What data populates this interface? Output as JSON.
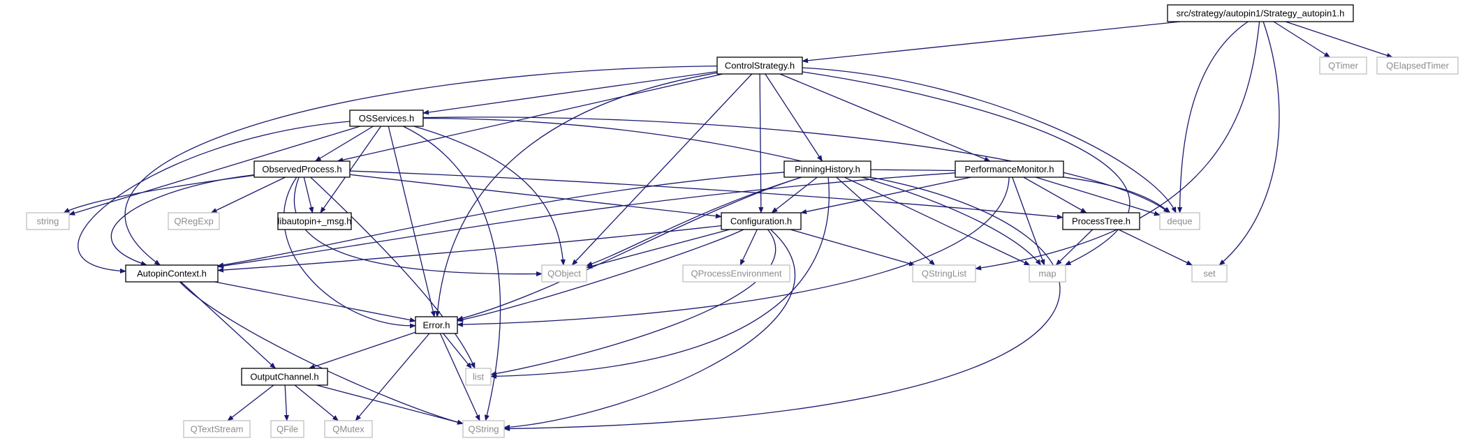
{
  "colors": {
    "edge": "#191970",
    "local_border": "#000000",
    "external_border": "#bfbfbf",
    "root_fill": "#bfbfbf",
    "local_text": "#000000",
    "external_text": "#8c8c8c"
  },
  "nodes": [
    {
      "id": "root",
      "label": "src/strategy/autopin1/Strategy_autopin1.h",
      "kind": "root"
    },
    {
      "id": "cs",
      "label": "ControlStrategy.h",
      "kind": "local"
    },
    {
      "id": "qtimer",
      "label": "QTimer",
      "kind": "external"
    },
    {
      "id": "qet",
      "label": "QElapsedTimer",
      "kind": "external"
    },
    {
      "id": "oss",
      "label": "OSServices.h",
      "kind": "local"
    },
    {
      "id": "op",
      "label": "ObservedProcess.h",
      "kind": "local"
    },
    {
      "id": "ph",
      "label": "PinningHistory.h",
      "kind": "local"
    },
    {
      "id": "pm",
      "label": "PerformanceMonitor.h",
      "kind": "local"
    },
    {
      "id": "string",
      "label": "string",
      "kind": "external"
    },
    {
      "id": "qregexp",
      "label": "QRegExp",
      "kind": "external"
    },
    {
      "id": "msg",
      "label": "libautopin+_msg.h",
      "kind": "local"
    },
    {
      "id": "conf",
      "label": "Configuration.h",
      "kind": "local"
    },
    {
      "id": "pt",
      "label": "ProcessTree.h",
      "kind": "local"
    },
    {
      "id": "deque",
      "label": "deque",
      "kind": "external"
    },
    {
      "id": "ac",
      "label": "AutopinContext.h",
      "kind": "local"
    },
    {
      "id": "qobject",
      "label": "QObject",
      "kind": "external"
    },
    {
      "id": "qpe",
      "label": "QProcessEnvironment",
      "kind": "external"
    },
    {
      "id": "qsl",
      "label": "QStringList",
      "kind": "external"
    },
    {
      "id": "map",
      "label": "map",
      "kind": "external"
    },
    {
      "id": "set",
      "label": "set",
      "kind": "external"
    },
    {
      "id": "err",
      "label": "Error.h",
      "kind": "local"
    },
    {
      "id": "list",
      "label": "list",
      "kind": "external"
    },
    {
      "id": "oc",
      "label": "OutputChannel.h",
      "kind": "local"
    },
    {
      "id": "qts",
      "label": "QTextStream",
      "kind": "external"
    },
    {
      "id": "qfile",
      "label": "QFile",
      "kind": "external"
    },
    {
      "id": "qmutex",
      "label": "QMutex",
      "kind": "external"
    },
    {
      "id": "qstring",
      "label": "QString",
      "kind": "external"
    }
  ],
  "edges": [
    [
      "root",
      "cs"
    ],
    [
      "root",
      "qtimer"
    ],
    [
      "root",
      "qet"
    ],
    [
      "root",
      "deque"
    ],
    [
      "root",
      "qsl"
    ],
    [
      "root",
      "set"
    ],
    [
      "cs",
      "oss"
    ],
    [
      "cs",
      "op"
    ],
    [
      "cs",
      "ac"
    ],
    [
      "cs",
      "err"
    ],
    [
      "cs",
      "qobject"
    ],
    [
      "cs",
      "conf"
    ],
    [
      "cs",
      "ph"
    ],
    [
      "cs",
      "pm"
    ],
    [
      "cs",
      "deque"
    ],
    [
      "cs",
      "map"
    ],
    [
      "oss",
      "op"
    ],
    [
      "oss",
      "string"
    ],
    [
      "oss",
      "ac"
    ],
    [
      "oss",
      "msg"
    ],
    [
      "oss",
      "err"
    ],
    [
      "oss",
      "qobject"
    ],
    [
      "oss",
      "qstring"
    ],
    [
      "oss",
      "map"
    ],
    [
      "oss",
      "deque"
    ],
    [
      "op",
      "string"
    ],
    [
      "op",
      "qregexp"
    ],
    [
      "op",
      "msg"
    ],
    [
      "op",
      "ac"
    ],
    [
      "op",
      "conf"
    ],
    [
      "op",
      "pt"
    ],
    [
      "op",
      "err"
    ],
    [
      "op",
      "list"
    ],
    [
      "op",
      "qobject"
    ],
    [
      "ph",
      "ac"
    ],
    [
      "ph",
      "err"
    ],
    [
      "ph",
      "qobject"
    ],
    [
      "ph",
      "conf"
    ],
    [
      "ph",
      "qsl"
    ],
    [
      "ph",
      "map"
    ],
    [
      "ph",
      "deque"
    ],
    [
      "ph",
      "list"
    ],
    [
      "ph",
      "qstring"
    ],
    [
      "pm",
      "ac"
    ],
    [
      "pm",
      "conf"
    ],
    [
      "pm",
      "pt"
    ],
    [
      "pm",
      "deque"
    ],
    [
      "pm",
      "map"
    ],
    [
      "pm",
      "err"
    ],
    [
      "conf",
      "ac"
    ],
    [
      "conf",
      "qobject"
    ],
    [
      "conf",
      "qpe"
    ],
    [
      "conf",
      "qsl"
    ],
    [
      "conf",
      "err"
    ],
    [
      "conf",
      "list"
    ],
    [
      "conf",
      "qstring"
    ],
    [
      "pt",
      "map"
    ],
    [
      "pt",
      "set"
    ],
    [
      "ac",
      "err"
    ],
    [
      "ac",
      "oc"
    ],
    [
      "ac",
      "qstring"
    ],
    [
      "err",
      "oc"
    ],
    [
      "err",
      "list"
    ],
    [
      "err",
      "qmutex"
    ],
    [
      "err",
      "qstring"
    ],
    [
      "oc",
      "qts"
    ],
    [
      "oc",
      "qfile"
    ],
    [
      "oc",
      "qmutex"
    ],
    [
      "oc",
      "qstring"
    ]
  ]
}
